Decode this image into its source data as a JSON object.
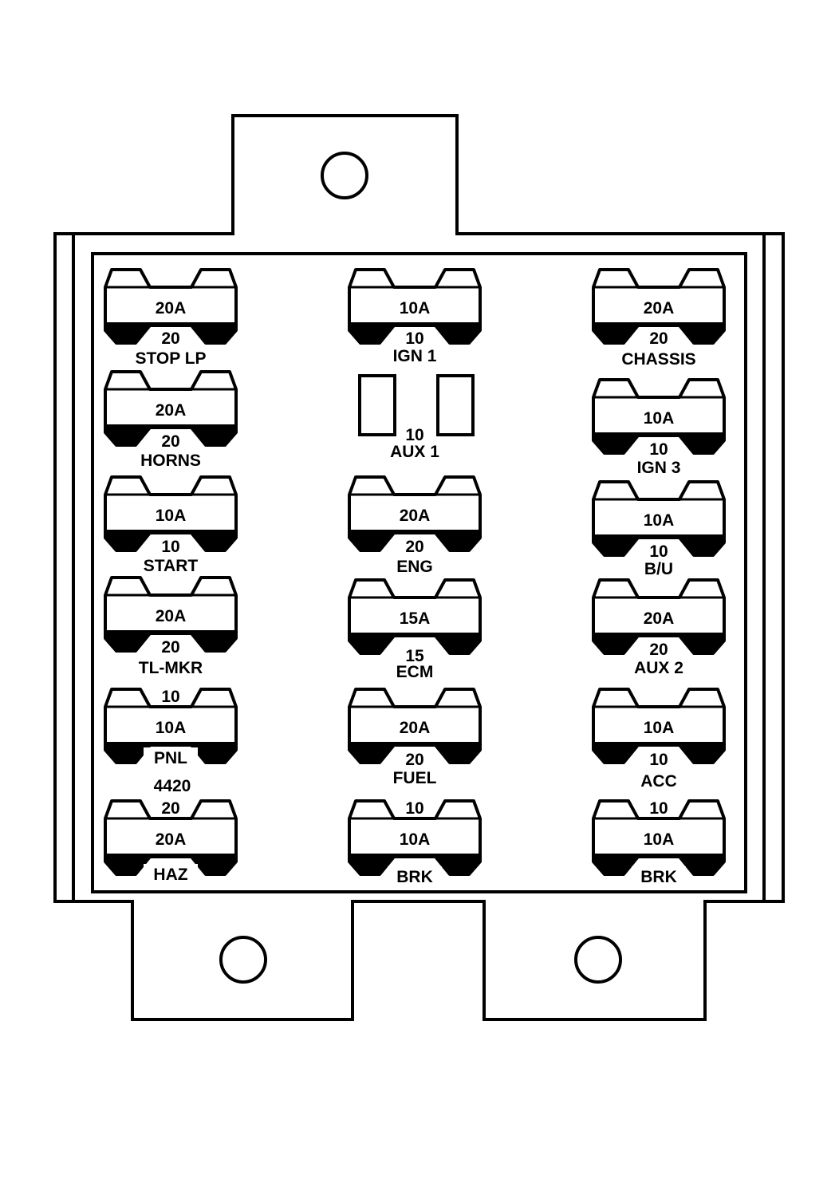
{
  "fuses": [
    {
      "id": "stop-lp",
      "col": 0,
      "amp_label": "20A",
      "number": "20",
      "name": "STOP LP"
    },
    {
      "id": "horns",
      "col": 0,
      "amp_label": "20A",
      "number": "20",
      "name": "HORNS"
    },
    {
      "id": "start",
      "col": 0,
      "amp_label": "10A",
      "number": "10",
      "name": "START"
    },
    {
      "id": "tl-mkr",
      "col": 0,
      "amp_label": "20A",
      "number": "20",
      "name": "TL-MKR"
    },
    {
      "id": "pnl",
      "col": 0,
      "amp_label": "10A",
      "number": "10",
      "name": "PNL"
    },
    {
      "id": "haz",
      "col": 0,
      "amp_label": "20A",
      "number": "20",
      "name": "HAZ"
    },
    {
      "id": "ign-1",
      "col": 1,
      "amp_label": "10A",
      "number": "10",
      "name": "IGN 1"
    },
    {
      "id": "aux-1",
      "col": 1,
      "amp_label": "",
      "number": "10",
      "name": "AUX 1"
    },
    {
      "id": "eng",
      "col": 1,
      "amp_label": "20A",
      "number": "20",
      "name": "ENG"
    },
    {
      "id": "ecm",
      "col": 1,
      "amp_label": "15A",
      "number": "15",
      "name": "ECM"
    },
    {
      "id": "fuel",
      "col": 1,
      "amp_label": "20A",
      "number": "20",
      "name": "FUEL"
    },
    {
      "id": "brk-mid",
      "col": 1,
      "amp_label": "10A",
      "number": "10",
      "name": "BRK"
    },
    {
      "id": "chassis",
      "col": 2,
      "amp_label": "20A",
      "number": "20",
      "name": "CHASSIS"
    },
    {
      "id": "ign-3",
      "col": 2,
      "amp_label": "10A",
      "number": "10",
      "name": "IGN 3"
    },
    {
      "id": "b-u",
      "col": 2,
      "amp_label": "10A",
      "number": "10",
      "name": "B/U"
    },
    {
      "id": "aux-2",
      "col": 2,
      "amp_label": "20A",
      "number": "20",
      "name": "AUX 2"
    },
    {
      "id": "acc",
      "col": 2,
      "amp_label": "10A",
      "number": "10",
      "name": "ACC"
    },
    {
      "id": "brk-right",
      "col": 2,
      "amp_label": "10A",
      "number": "10",
      "name": "BRK"
    }
  ],
  "extra_labels": {
    "part_number": "4420"
  }
}
